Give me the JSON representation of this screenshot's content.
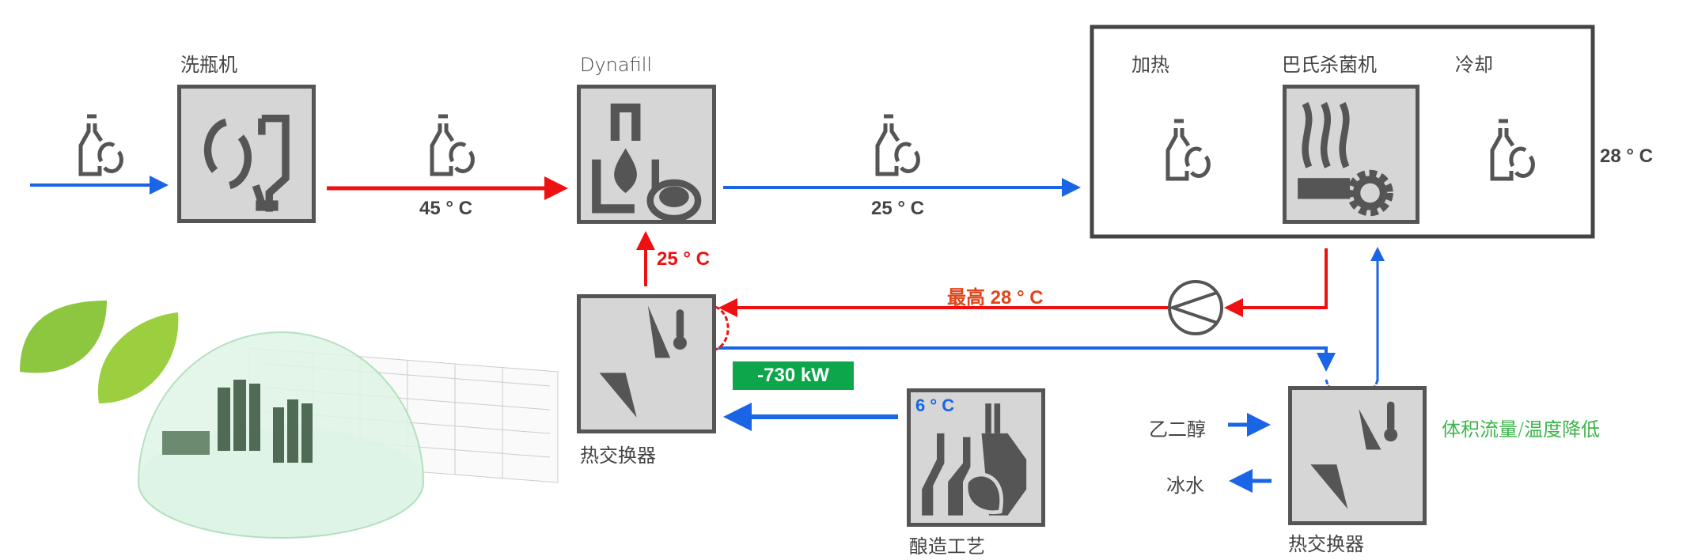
{
  "colors": {
    "hot": "#ee1111",
    "cold": "#1a64e6",
    "icon": "#555555",
    "box_fill": "#d6d6d6",
    "power": "#0da64a",
    "note": "#3cb54a",
    "max_temp": "#e0451b"
  },
  "stations": {
    "washer": {
      "label": "洗瓶机",
      "icon": "bottle-washer-icon"
    },
    "filler": {
      "label": "Dynafill",
      "icon": "filler-icon"
    },
    "pasteurizer": {
      "label": "巴氏杀菌机",
      "heating": "加热",
      "cooling": "冷却",
      "icon": "pasteurizer-icon"
    },
    "heat_exchanger_1": {
      "label": "热交换器",
      "icon": "heat-exchanger-icon"
    },
    "brewing": {
      "label": "酿造工艺",
      "temp": "6 ° C",
      "icon": "brewing-icon"
    },
    "heat_exchanger_2": {
      "label": "热交换器",
      "icon": "heat-exchanger-icon"
    }
  },
  "temps": {
    "after_washer": "45 ° C",
    "after_filler": "25 ° C",
    "pasteurizer_out": "28 ° C",
    "to_filler": "25 ° C",
    "max_return": "最高 28 ° C"
  },
  "power": "-730 kW",
  "glycol": "乙二醇",
  "ice_water": "冰水",
  "note": "体积流量/温度降低"
}
